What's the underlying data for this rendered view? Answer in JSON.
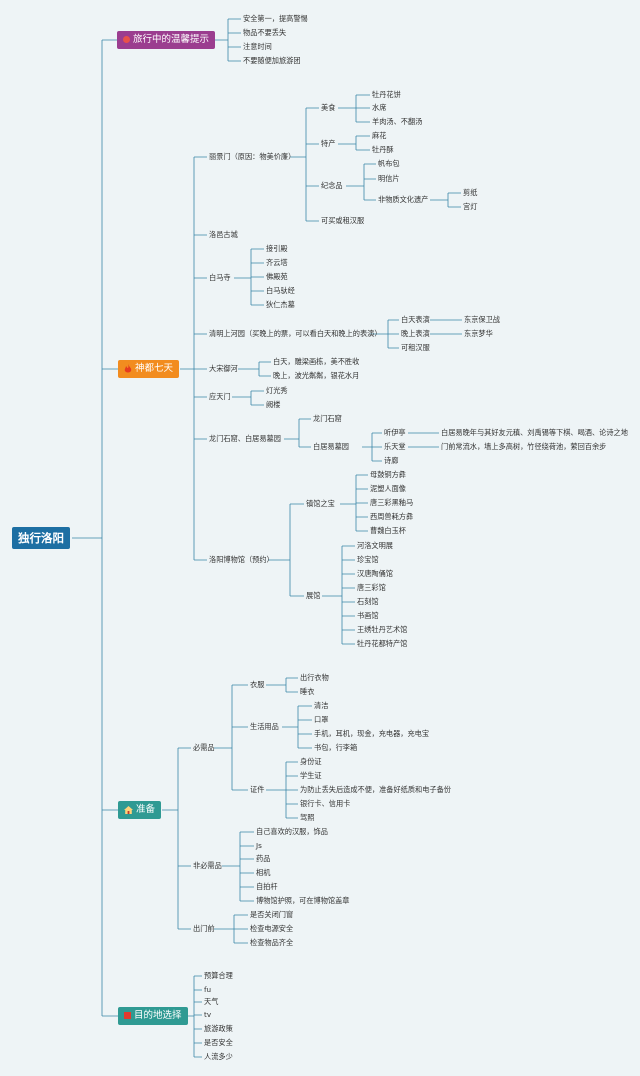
{
  "colors": {
    "root": "#1d6fa3",
    "tips": "#9b3d8f",
    "sevenDays": "#f28c1f",
    "prep": "#2f9a93",
    "dest": "#2f9a93",
    "line": "#3a86a8"
  },
  "root": "独行洛阳",
  "tips": {
    "label": "旅行中的温馨提示",
    "icon": "red-dot-icon",
    "items": [
      "安全第一，提高警惕",
      "物品不要丢失",
      "注意时间",
      "不要随便加旅游团"
    ]
  },
  "seven_days": {
    "label": "神都七天",
    "icon": "fire-icon",
    "lijingmen": {
      "label": "丽景门（原因：物美价廉）",
      "food": {
        "label": "美食",
        "items": [
          "牡丹花饼",
          "水席",
          "羊肉汤、不翻汤"
        ]
      },
      "specialty": {
        "label": "特产",
        "items": [
          "麻花",
          "牡丹酥"
        ]
      },
      "souvenir": {
        "label": "纪念品",
        "items": [
          "帆布包",
          "明信片"
        ],
        "heritage": {
          "label": "非物质文化遗产",
          "items": [
            "剪纸",
            "宫灯"
          ]
        }
      },
      "hanfu": "可买或租汉服"
    },
    "ancient_city": "洛邑古城",
    "baima": {
      "label": "白马寺",
      "items": [
        "接引殿",
        "齐云塔",
        "佛殿苑",
        "白马驮经",
        "狄仁杰墓"
      ]
    },
    "qingming": {
      "label": "清明上河园（买晚上的票，可以看白天和晚上的表演）",
      "day": {
        "label": "白天表演",
        "value": "东京保卫战"
      },
      "night": {
        "label": "晚上表演",
        "value": "东京梦华"
      },
      "rent": "可租汉服"
    },
    "dasong": {
      "label": "大宋御河",
      "items": [
        "白天，雕梁画栋，美不胜收",
        "晚上，波光粼粼，银花水月"
      ]
    },
    "yingtian": {
      "label": "应天门",
      "items": [
        "灯光秀",
        "阙楼"
      ]
    },
    "longmen": {
      "label": "龙门石窟、白居易墓园",
      "grotto": "龙门石窟",
      "baijuyi": {
        "label": "白居易墓园",
        "items": [
          {
            "label": "听伊亭",
            "note": "白居易晚年与其好友元稹、刘禹锡等下棋、喝酒、论诗之地"
          },
          {
            "label": "乐天堂",
            "note": "门前常流水，墙上多高树，竹径绕荷池，萦回百余步"
          },
          {
            "label": "诗廊",
            "note": ""
          }
        ]
      }
    },
    "museum": {
      "label": "洛阳博物馆（预约）",
      "treasures": {
        "label": "镇馆之宝",
        "items": [
          "母鼓铜方彝",
          "泥塑人面像",
          "唐三彩黑釉马",
          "西周兽耗方彝",
          "曹魏白玉杯"
        ]
      },
      "halls": {
        "label": "展馆",
        "items": [
          "河洛文明展",
          "珍宝馆",
          "汉唐陶俑馆",
          "唐三彩馆",
          "石刻馆",
          "书画馆",
          "王绣牡丹艺术馆",
          "牡丹花都特产馆"
        ]
      }
    }
  },
  "prep": {
    "label": "准备",
    "icon": "house-icon",
    "must": {
      "label": "必需品",
      "clothes": {
        "label": "衣服",
        "items": [
          "出行衣物",
          "睡衣"
        ]
      },
      "daily": {
        "label": "生活用品",
        "items": [
          "清洁",
          "口罩",
          "手机，耳机，现金，充电器，充电宝",
          "书包，行李箱"
        ]
      },
      "docs": {
        "label": "证件",
        "items": [
          "身份证",
          "学生证",
          "为防止丢失后造成不便，准备好纸质和电子备份",
          "银行卡、信用卡",
          "驾照"
        ]
      }
    },
    "optional": {
      "label": "非必需品",
      "items": [
        "自己喜欢的汉服，饰品",
        "Js",
        "药品",
        "相机",
        "自拍杆",
        "博物馆护照，可在博物馆盖章"
      ]
    },
    "before": {
      "label": "出门前",
      "items": [
        "是否关闭门窗",
        "检查电源安全",
        "检查物品齐全"
      ]
    }
  },
  "destination": {
    "label": "目的地选择",
    "icon": "red-square-icon",
    "items": [
      "预算合理",
      "fu",
      "天气",
      "tv",
      "旅游政策",
      "是否安全",
      "人流多少"
    ]
  }
}
